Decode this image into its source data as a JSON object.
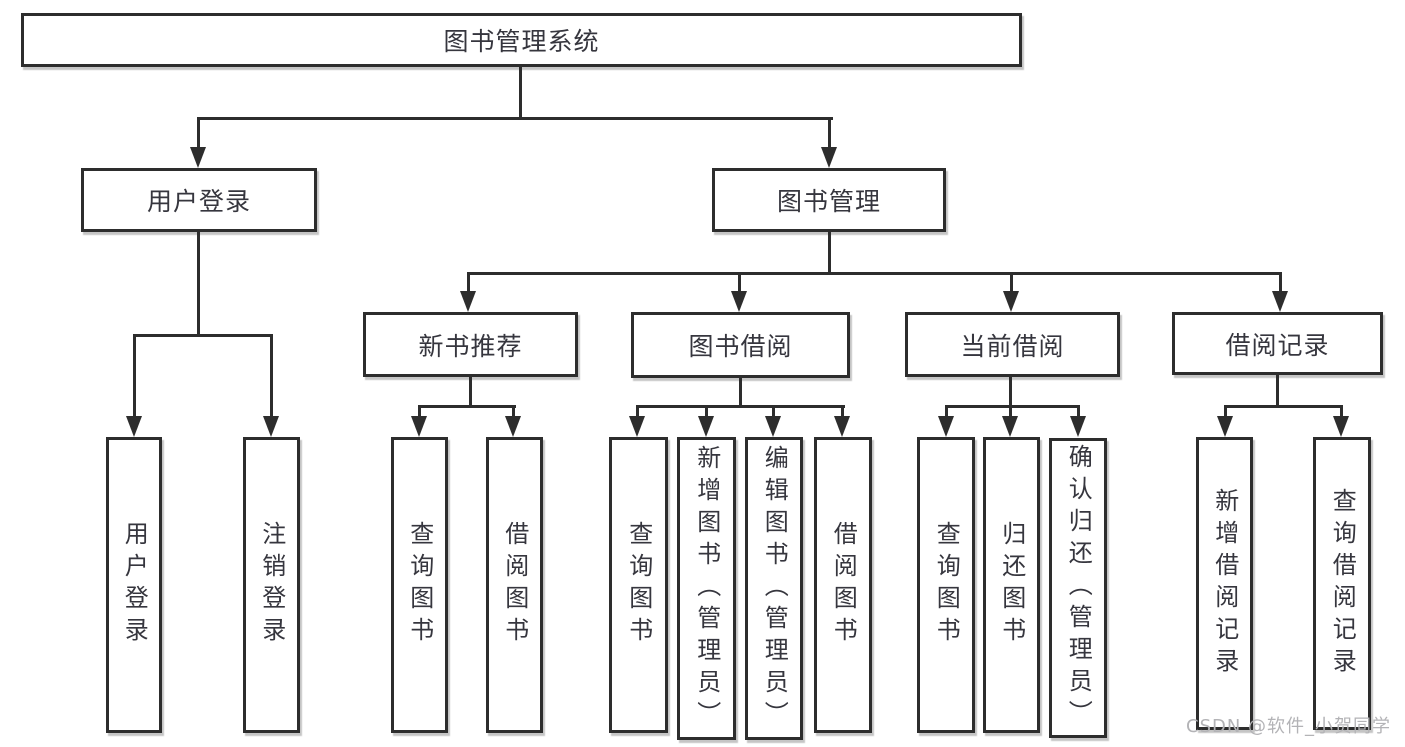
{
  "diagram": {
    "title": "图书管理系统",
    "root": {
      "label": "图书管理系统"
    },
    "level2": [
      {
        "id": "user-login",
        "label": "用户登录"
      },
      {
        "id": "book-management",
        "label": "图书管理"
      }
    ],
    "level3": [
      {
        "id": "new-book-recommend",
        "label": "新书推荐"
      },
      {
        "id": "book-borrow",
        "label": "图书借阅"
      },
      {
        "id": "current-borrow",
        "label": "当前借阅"
      },
      {
        "id": "borrow-records",
        "label": "借阅记录"
      }
    ],
    "leaves": {
      "user_login": [
        {
          "label": "用户登录"
        },
        {
          "label": "注销登录"
        }
      ],
      "new_book": [
        {
          "label": "查询图书"
        },
        {
          "label": "借阅图书"
        }
      ],
      "book_borrow": [
        {
          "label": "查询图书"
        },
        {
          "label": "新增图书（管理员）"
        },
        {
          "label": "编辑图书（管理员）"
        },
        {
          "label": "借阅图书"
        }
      ],
      "current_borrow": [
        {
          "label": "查询图书"
        },
        {
          "label": "归还图书"
        },
        {
          "label": "确认归还（管理员）"
        }
      ],
      "borrow_records": [
        {
          "label": "新增借阅记录"
        },
        {
          "label": "查询借阅记录"
        }
      ]
    },
    "colors": {
      "line": "#2d2d2d",
      "text": "#36363e",
      "watermark": "#b3b3b6",
      "background": "#ffffff"
    },
    "watermark": "CSDN @软件_小贺同学"
  }
}
